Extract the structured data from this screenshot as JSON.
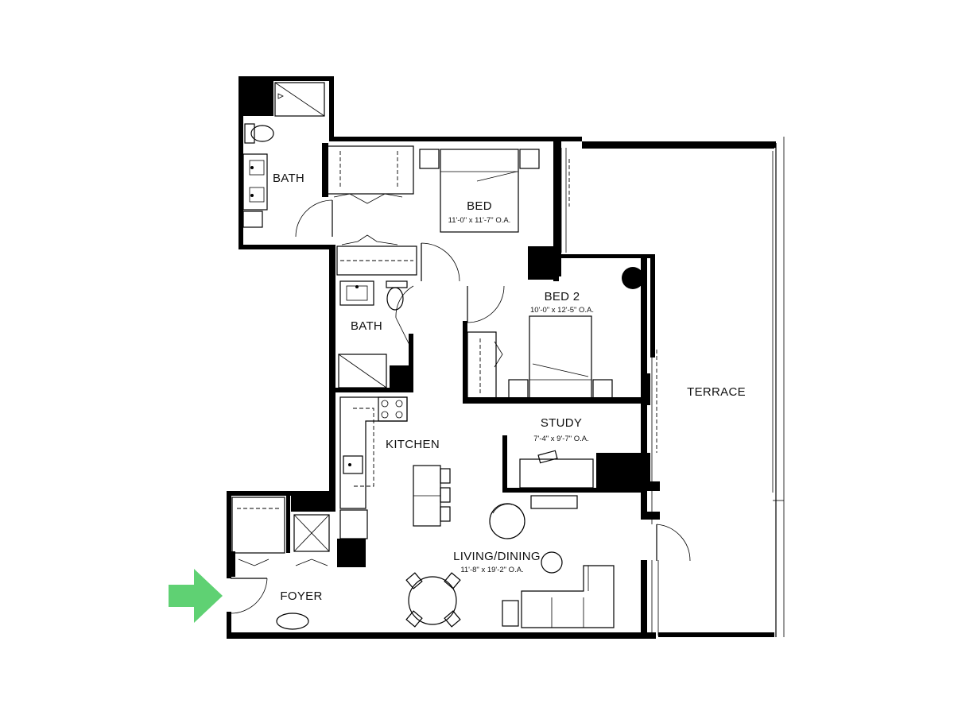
{
  "rooms": {
    "bath_1": {
      "name": "BATH"
    },
    "bed": {
      "name": "BED",
      "dims": "11'-0\" x 11'-7\" O.A."
    },
    "bath_2": {
      "name": "BATH"
    },
    "bed_2": {
      "name": "BED 2",
      "dims": "10'-0\" x 12'-5\" O.A."
    },
    "terrace": {
      "name": "TERRACE"
    },
    "study": {
      "name": "STUDY",
      "dims": "7'-4\" x 9'-7\" O.A."
    },
    "kitchen": {
      "name": "KITCHEN"
    },
    "living_dining": {
      "name": "LIVING/DINING",
      "dims": "11'-8\" x 19'-2\" O.A."
    },
    "foyer": {
      "name": "FOYER"
    }
  },
  "colors": {
    "walls": "#000000",
    "background": "#ffffff",
    "entry_arrow": "#5fd173"
  },
  "icons": {
    "entry": "entry-arrow-icon"
  }
}
